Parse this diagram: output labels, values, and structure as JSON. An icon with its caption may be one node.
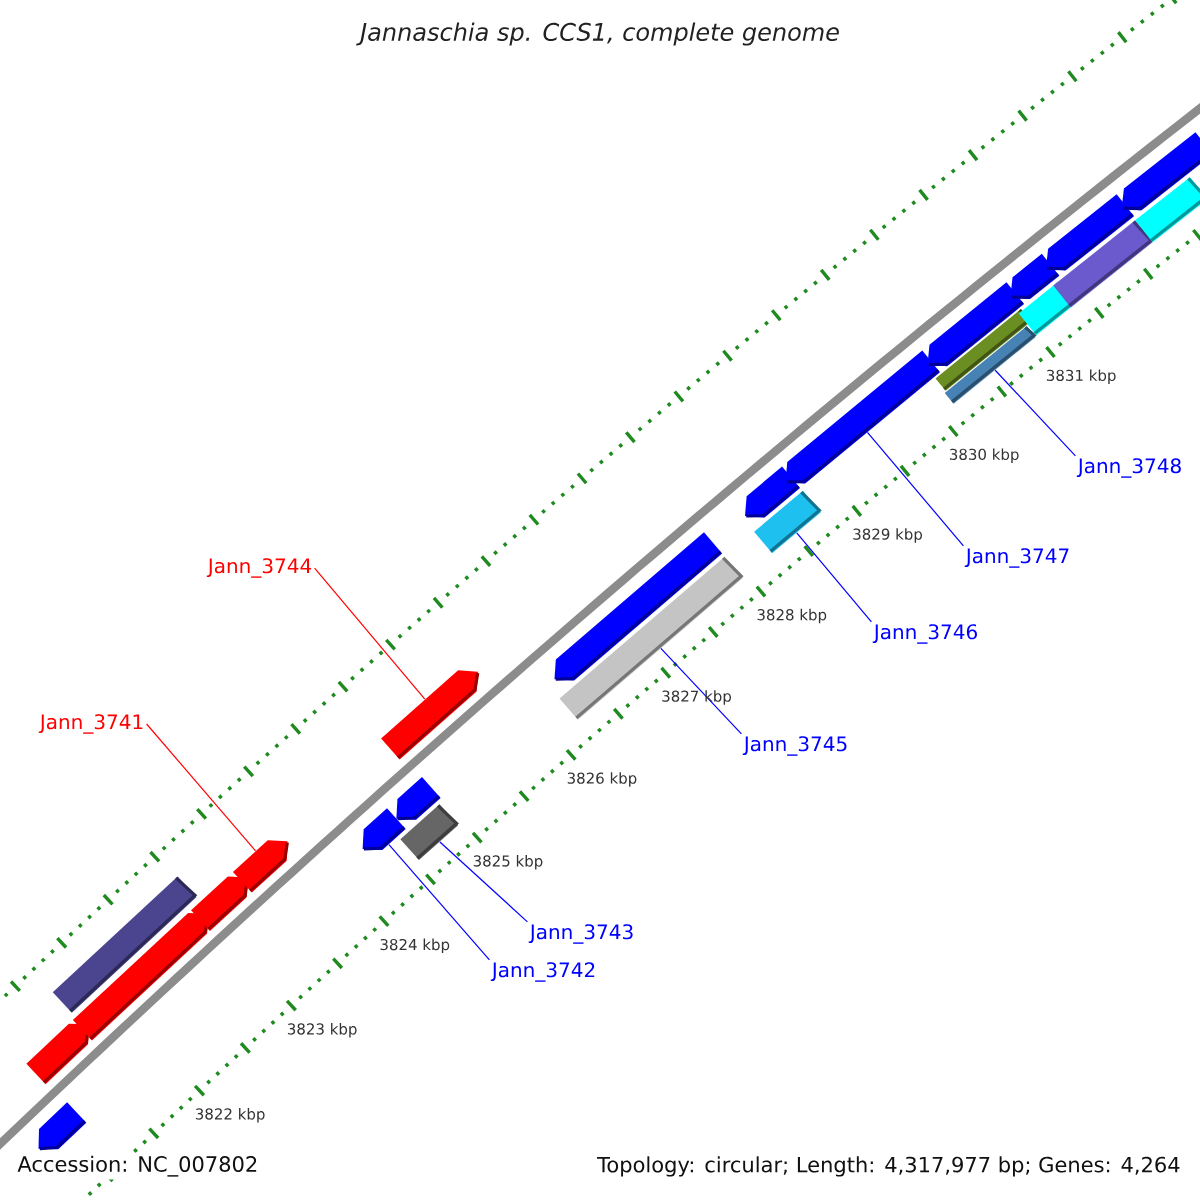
{
  "diagram": {
    "title": "Jannaschia sp. CCS1, complete genome",
    "nodes": [
      {
        "text": [
          "Jann_3748"
        ]
      },
      {
        "text": [
          "Jann_3747"
        ]
      },
      {
        "text": [
          "Jann_3744"
        ]
      },
      {
        "text": [
          "Jann_3746"
        ]
      },
      {
        "text": [
          "Jann_3741"
        ]
      },
      {
        "text": [
          "Jann_3745"
        ]
      },
      {
        "text": [
          "Jann_3743"
        ]
      },
      {
        "text": [
          "Jann_3742"
        ]
      },
      {
        "text": [],
        "shape": "arrow"
      },
      {
        "text": [],
        "shape": "arrow"
      },
      {
        "text": [],
        "shape": "bar"
      },
      {
        "text": [],
        "shape": "arrow"
      },
      {
        "text": [],
        "shape": "arrow"
      },
      {
        "text": [],
        "shape": "arrow"
      },
      {
        "text": [],
        "shape": "arrow"
      },
      {
        "text": [],
        "shape": "arrow"
      },
      {
        "text": [],
        "shape": "bar"
      },
      {
        "text": [],
        "shape": "arrow"
      },
      {
        "text": [],
        "shape": "arrow"
      },
      {
        "text": [],
        "shape": "bar"
      },
      {
        "text": [],
        "shape": "arrow"
      },
      {
        "text": [],
        "shape": "bar"
      },
      {
        "text": [],
        "shape": "arrow"
      },
      {
        "text": [],
        "shape": "arrow"
      },
      {
        "text": [],
        "shape": "bar"
      },
      {
        "text": [],
        "shape": "bar"
      },
      {
        "text": [],
        "shape": "arrow"
      },
      {
        "text": [],
        "shape": "bar"
      },
      {
        "text": [],
        "shape": "arrow"
      },
      {
        "text": [],
        "shape": "bar"
      },
      {
        "text": [],
        "shape": "arrow"
      },
      {
        "text": [],
        "shape": "bar"
      }
    ],
    "edges": [
      {
        "from": 0,
        "to": 25,
        "arrow": "none"
      },
      {
        "from": 1,
        "to": 22,
        "arrow": "none"
      },
      {
        "from": 2,
        "to": 17,
        "arrow": "none",
        "color": "#ff0000"
      },
      {
        "from": 3,
        "to": 21,
        "arrow": "none"
      },
      {
        "from": 4,
        "to": 13,
        "arrow": "none",
        "color": "#ff0000"
      },
      {
        "from": 5,
        "to": 19,
        "arrow": "none"
      },
      {
        "from": 6,
        "to": 16,
        "arrow": "none"
      },
      {
        "from": 7,
        "to": 14,
        "arrow": "none"
      }
    ],
    "labels": [
      "3831 kbp",
      "3830 kbp",
      "3829 kbp",
      "3828 kbp",
      "3827 kbp",
      "3826 kbp",
      "3825 kbp",
      "3824 kbp",
      "3823 kbp",
      "3822 kbp",
      "Accession: NC_007802",
      "Topology: circular; Length: 4,317,977 bp; Genes: 4,264"
    ]
  }
}
